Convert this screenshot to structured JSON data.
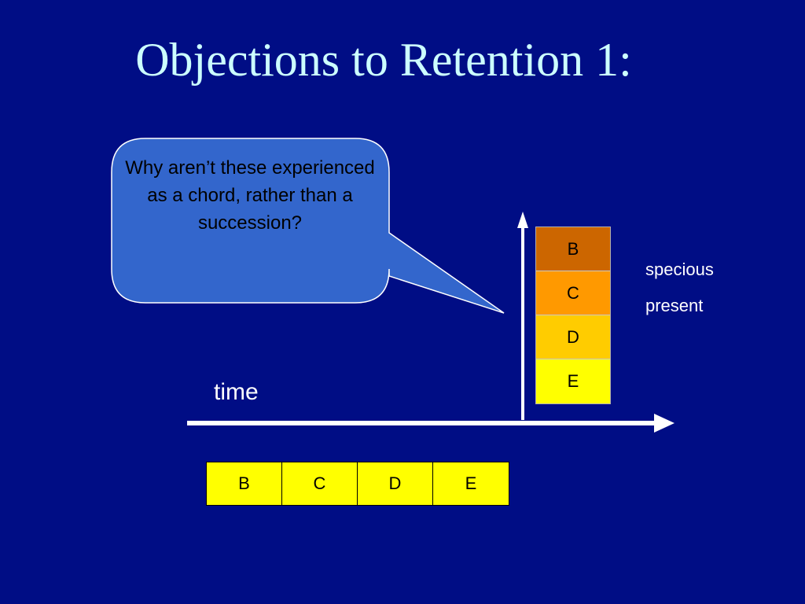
{
  "slide": {
    "title": "Objections to Retention 1:",
    "bubble_text": "Why aren’t these experienced as a chord, rather than a succession?",
    "time_label": "time",
    "specious_present": [
      "specious",
      "present"
    ]
  },
  "stack": [
    {
      "label": "B",
      "color": "#cc6600"
    },
    {
      "label": "C",
      "color": "#ff9900"
    },
    {
      "label": "D",
      "color": "#ffcc00"
    },
    {
      "label": "E",
      "color": "#ffff00"
    }
  ],
  "row": [
    {
      "label": "B"
    },
    {
      "label": "C"
    },
    {
      "label": "D"
    },
    {
      "label": "E"
    }
  ],
  "colors": {
    "background": "#000d85",
    "title": "#ccffff",
    "bubble_fill": "#3366cc",
    "arrow": "#ffffff"
  }
}
